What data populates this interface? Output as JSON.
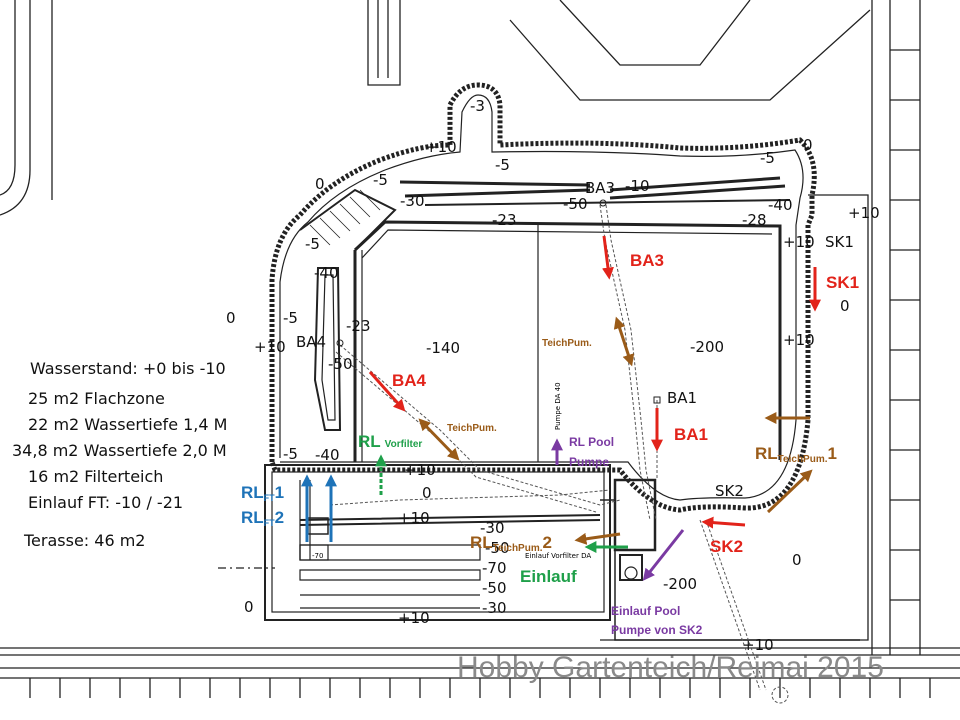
{
  "colors": {
    "red": "#e2231a",
    "brown": "#9a5b18",
    "green": "#1fa04a",
    "blue": "#1e73b8",
    "purple": "#7a3aa2",
    "line": "#222222",
    "watermark": "#8a8a8a"
  },
  "info": {
    "water_level": "Wasserstand: +0 bis -10",
    "shallow": "25 m2 Flachzone",
    "depth14": "22 m2 Wassertiefe 1,4 M",
    "depth20": "34,8 m2 Wassertiefe 2,0 M",
    "filter": "16 m2 Filterteich",
    "inlet": "Einlauf FT: -10 / -21",
    "terrace": "Terasse: 46 m2"
  },
  "elev": {
    "m3": "-3",
    "p10_top": "+10",
    "m5_top": "-5",
    "m5_right": "-5",
    "z_right": "0",
    "z_left_top": "0",
    "m5_a": "-5",
    "m30_a": "-30",
    "ba3": "BA3",
    "m10_ba3": "-10",
    "m50_ba3": "-50",
    "m23_a": "-23",
    "m28": "-28",
    "m40_r": "-40",
    "p10_r": "+10",
    "p10_sk1": "+10",
    "sk1": "SK1",
    "z_sk1": "0",
    "m5_b": "-5",
    "m40_b": "-40",
    "z_left": "0",
    "m5_c": "-5",
    "p10_left": "+10",
    "ba4": "BA4",
    "m23_b": "-23",
    "m50_b": "-50",
    "m140": "-140",
    "m200": "-200",
    "p10_right": "+10",
    "ba1": "BA1",
    "m5_d": "-5",
    "m40_d": "-40",
    "p10_ft": "+10",
    "z_ft": "0",
    "p10_ft2": "+10",
    "m30_b": "-30",
    "m50_c": "-50",
    "m70": "-70",
    "m50_d": "-50",
    "m30_c": "-30",
    "p10_bottom": "+10",
    "sk2": "SK2",
    "m200_b": "-200",
    "z_right_b": "0",
    "z_bl": "0",
    "p10_br": "+10"
  },
  "small": {
    "m70_box": "-70",
    "einlauf_vorfilter": "Einlauf Vorfilter DA",
    "pumpe_da": "Pumpe DA 40"
  },
  "annot": {
    "ba3": "BA3",
    "sk1": "SK1",
    "ba4": "BA4",
    "ba1": "BA1",
    "sk2": "SK2",
    "teich1": "TeichPum.",
    "teich2": "TeichPum.",
    "rl_tp1_main": "RL",
    "rl_tp1_sub": "TeichPum.",
    "rl_tp1_num": "1",
    "rl_tp2_main": "RL",
    "rl_tp2_sub": "TeichPum.",
    "rl_tp2_num": "2",
    "rl_vf_main": "RL",
    "rl_vf_sub": "Vorfilter",
    "rl_pool1": "RL Pool",
    "rl_pool2": "Pumpe",
    "einlauf": "Einlauf",
    "einlauf_pool1": "Einlauf Pool",
    "einlauf_pool2": "Pumpe von SK2",
    "rl_ft1_main": "RL",
    "rl_ft1_sub": "FT",
    "rl_ft1_num": "1",
    "rl_ft2_main": "RL",
    "rl_ft2_sub": "FT",
    "rl_ft2_num": "2"
  },
  "watermark": "Hobby Gartenteich/Reimai 2015"
}
